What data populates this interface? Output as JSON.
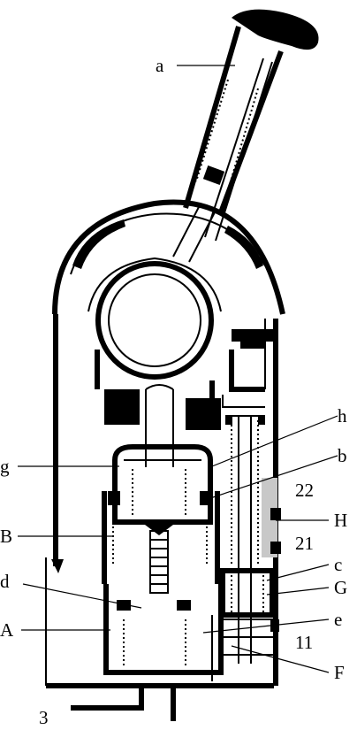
{
  "labels": {
    "a": "a",
    "h": "h",
    "g": "g",
    "b": "b",
    "n22": "22",
    "B": "B",
    "H": "H",
    "n21": "21",
    "d": "d",
    "c": "c",
    "G": "G",
    "A": "A",
    "e": "e",
    "n11": "11",
    "F": "F",
    "n3": "3"
  },
  "colors": {
    "ink": "#000000",
    "paper": "#ffffff",
    "chamber_shade": "#c8c8c8"
  }
}
